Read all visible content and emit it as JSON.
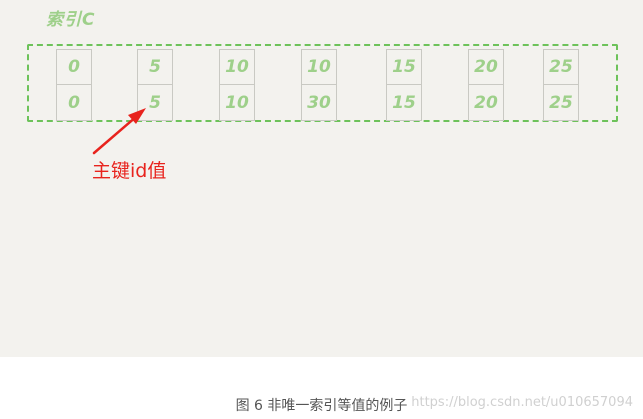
{
  "index": {
    "title": "索引C",
    "entries": [
      {
        "c": "0",
        "id": "0"
      },
      {
        "c": "5",
        "id": "5"
      },
      {
        "c": "10",
        "id": "10"
      },
      {
        "c": "10",
        "id": "30"
      },
      {
        "c": "15",
        "id": "15"
      },
      {
        "c": "20",
        "id": "20"
      },
      {
        "c": "25",
        "id": "25"
      }
    ]
  },
  "annotation": {
    "label": "主键id值"
  },
  "caption": "图 6 非唯一索引等值的例子",
  "watermark": "https://blog.csdn.net/u010657094",
  "colors": {
    "chalk_green": "#9ed08a",
    "dashed_green": "#6dc25a",
    "arrow_red": "#e8231d",
    "board": "#f3f2ee"
  }
}
